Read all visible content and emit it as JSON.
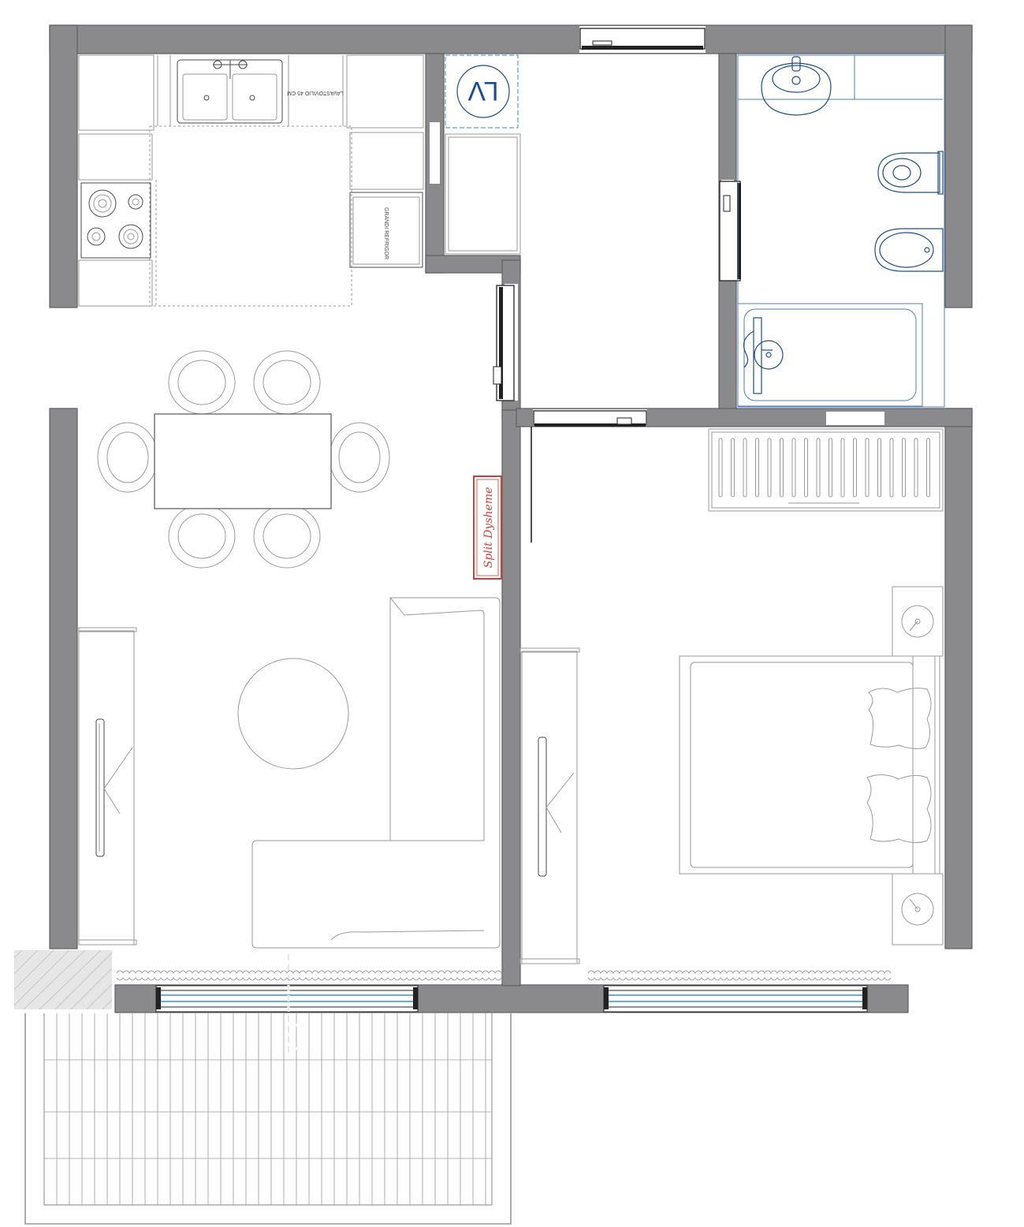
{
  "colors": {
    "wall": "#8a8a8c",
    "fixture_blue": "#1f4e8c",
    "window_glass": "#3b8fd0",
    "ac_label_red": "#d04038",
    "furniture_line": "#9a9a9a"
  },
  "labels": {
    "sink_tag": "LAVASTOVILIO 45 CM",
    "fridge_tag": "GRANDI REFRIGOR",
    "ac_unit": "Split Dysheme",
    "washer_tag": "LV"
  },
  "icons": {
    "sink": "double-sink-icon",
    "stove": "cooktop-icon",
    "washer": "washing-machine-icon",
    "toilet": "toilet-icon",
    "bidet": "bidet-icon",
    "bathtub": "bathtub-icon",
    "washbasin": "washbasin-icon",
    "radiator": "radiator-icon",
    "lamp": "lamp-icon"
  }
}
